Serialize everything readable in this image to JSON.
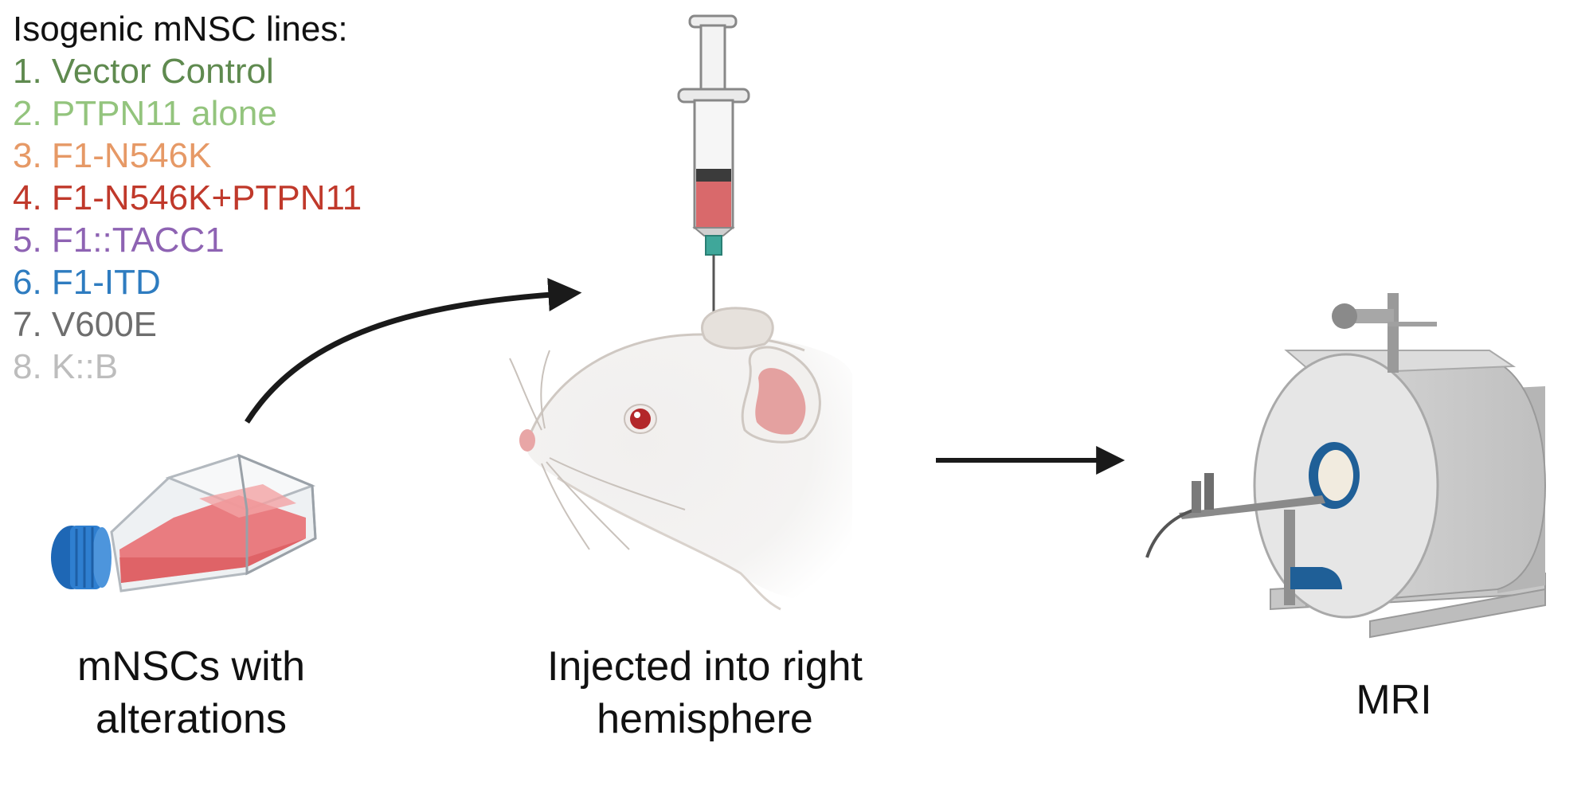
{
  "legend": {
    "title": "Isogenic mNSC lines:",
    "items": [
      {
        "label": "1. Vector Control",
        "color": "#5f8a4f"
      },
      {
        "label": "2. PTPN11 alone",
        "color": "#93c47d"
      },
      {
        "label": "3. F1-N546K",
        "color": "#e69966"
      },
      {
        "label": "4. F1-N546K+PTPN11",
        "color": "#c0392b"
      },
      {
        "label": "5. F1::TACC1",
        "color": "#8e63b3"
      },
      {
        "label": "6. F1-ITD",
        "color": "#2e7cc0"
      },
      {
        "label": "7. V600E",
        "color": "#6e6e6e"
      },
      {
        "label": "8. K::B",
        "color": "#bdbdbd"
      }
    ]
  },
  "captions": {
    "flask": [
      "mNSCs with",
      "alterations"
    ],
    "mouse": [
      "Injected into right",
      "hemisphere"
    ],
    "mri": "MRI"
  },
  "colors": {
    "cell_media": "#e7676b",
    "flask_cap": "#2f7fd0",
    "syringe_hub": "#3fa79a",
    "mri_accent": "#1f5f97",
    "arrow": "#1a1a1a"
  }
}
